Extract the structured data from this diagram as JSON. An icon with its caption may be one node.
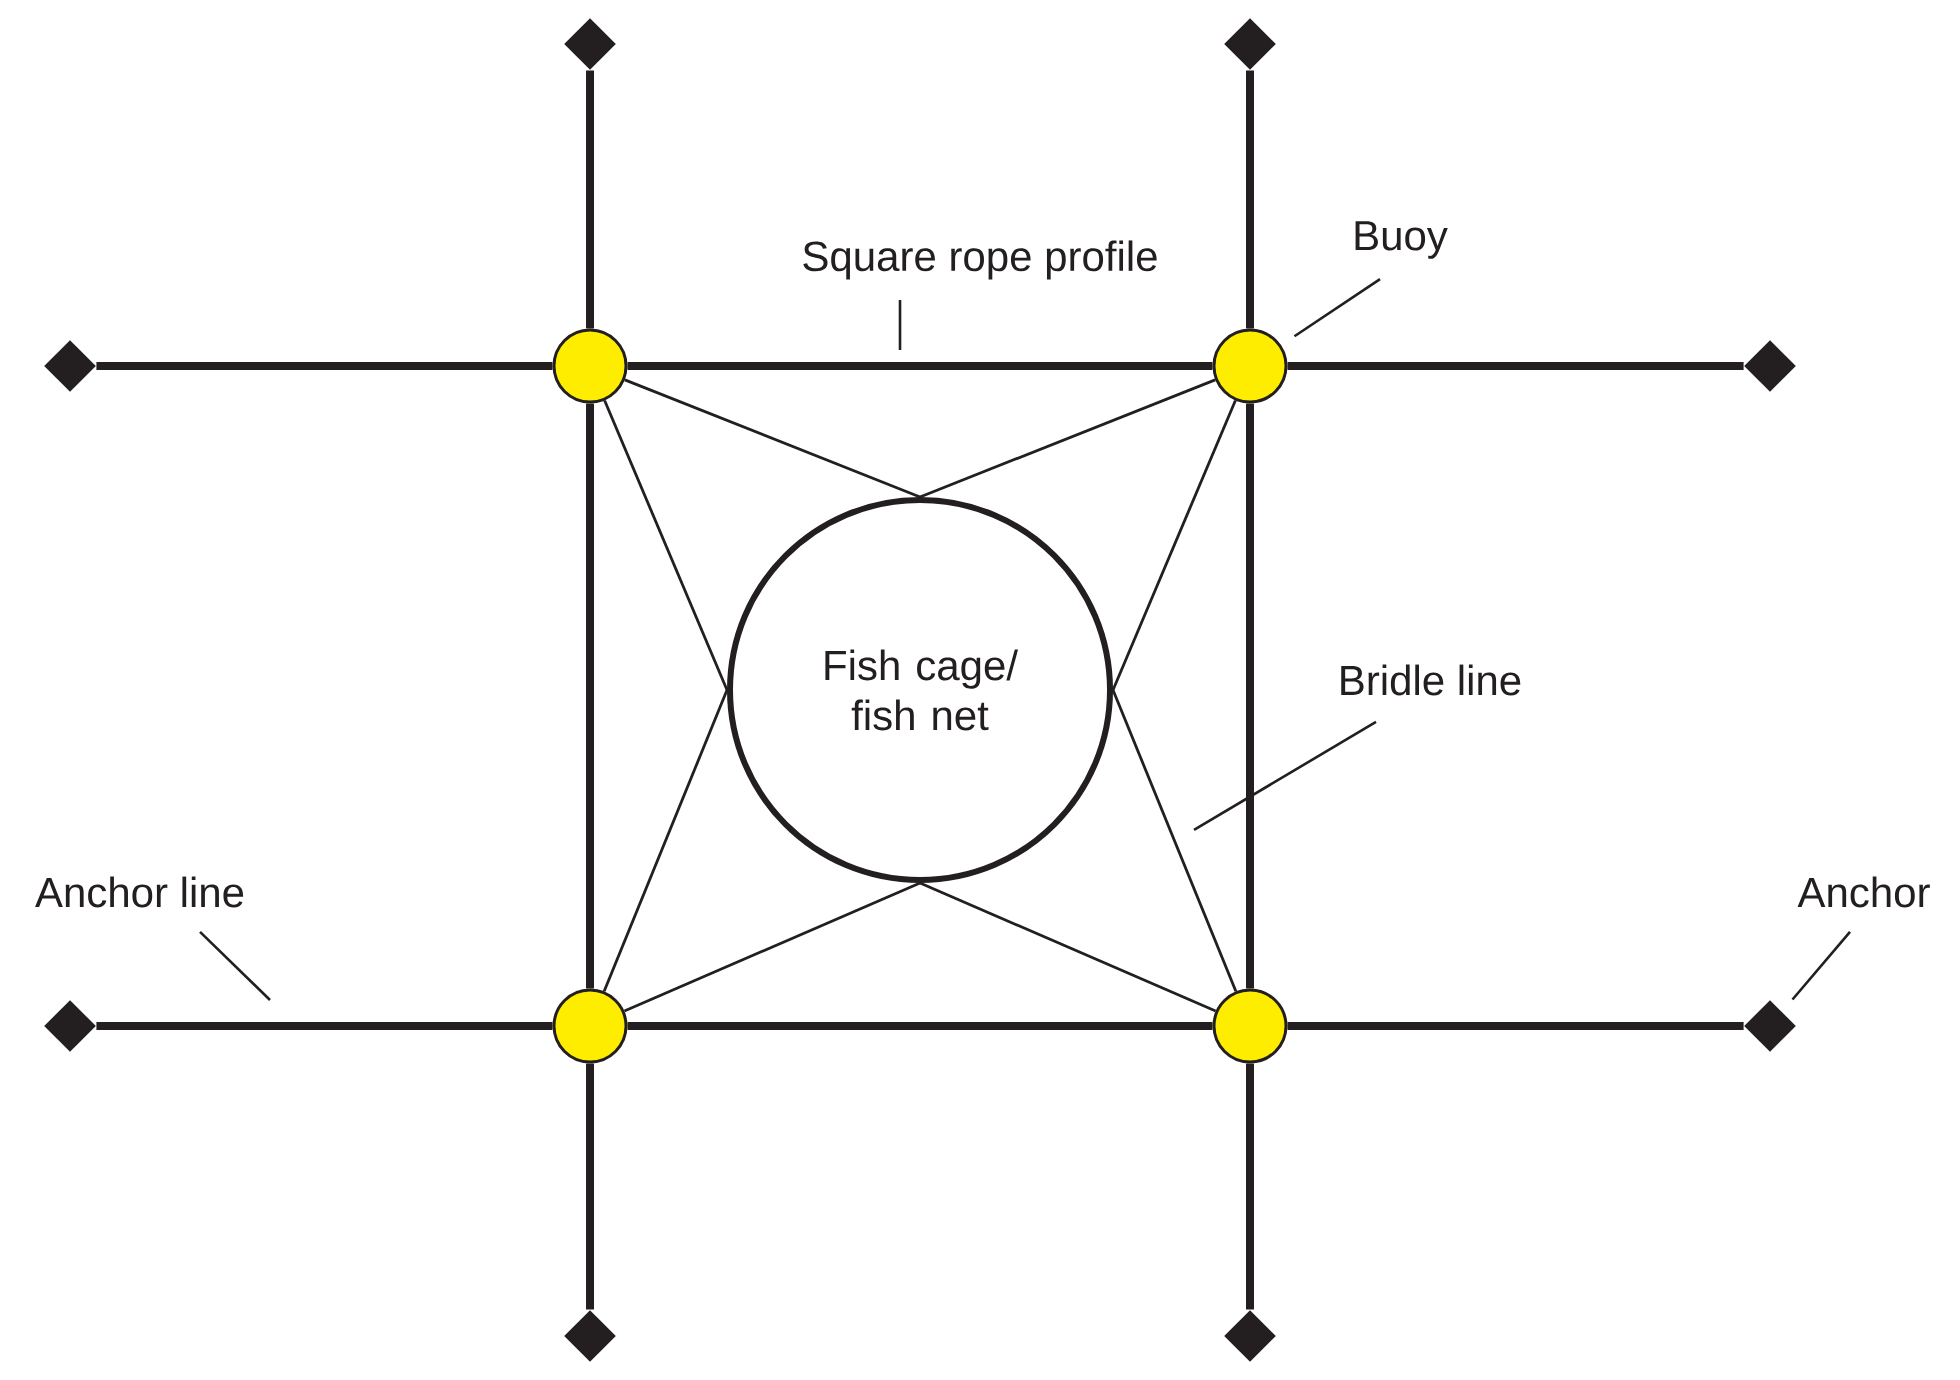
{
  "diagram": {
    "nodes": [
      {
        "text": [
          "Fish cage/ fish net"
        ]
      },
      {
        "text": [],
        "shape": "circle"
      },
      {
        "text": [],
        "shape": "circle"
      },
      {
        "text": [],
        "shape": "circle"
      },
      {
        "text": [],
        "shape": "circle"
      },
      {
        "text": [],
        "shape": "diamond"
      },
      {
        "text": [],
        "shape": "diamond"
      },
      {
        "text": [],
        "shape": "diamond"
      },
      {
        "text": [],
        "shape": "diamond"
      },
      {
        "text": [],
        "shape": "diamond"
      },
      {
        "text": [],
        "shape": "diamond"
      },
      {
        "text": [],
        "shape": "diamond"
      },
      {
        "text": [],
        "shape": "diamond"
      },
      {
        "text": [
          "Square rope profile"
        ]
      },
      {
        "text": [
          "Buoy"
        ]
      },
      {
        "text": [
          "Bridle line"
        ]
      },
      {
        "text": [
          "Anchor line"
        ]
      },
      {
        "text": [
          "Anchor"
        ]
      }
    ],
    "edges": [
      {
        "from": 1,
        "to": 2,
        "arrow": "none",
        "style": "thick"
      },
      {
        "from": 1,
        "to": 3,
        "arrow": "none",
        "style": "thick"
      },
      {
        "from": 2,
        "to": 4,
        "arrow": "none",
        "style": "thick"
      },
      {
        "from": 3,
        "to": 4,
        "arrow": "none",
        "style": "thick"
      },
      {
        "from": 5,
        "to": 1,
        "arrow": "none",
        "style": "thick"
      },
      {
        "from": 6,
        "to": 2,
        "arrow": "none",
        "style": "thick"
      },
      {
        "from": 7,
        "to": 1,
        "arrow": "none",
        "style": "thick"
      },
      {
        "from": 2,
        "to": 8,
        "arrow": "none",
        "style": "thick"
      },
      {
        "from": 9,
        "to": 3,
        "arrow": "none",
        "style": "thick"
      },
      {
        "from": 4,
        "to": 10,
        "arrow": "none",
        "style": "thick"
      },
      {
        "from": 3,
        "to": 11,
        "arrow": "none",
        "style": "thick"
      },
      {
        "from": 4,
        "to": 12,
        "arrow": "none",
        "style": "thick"
      },
      {
        "from": 1,
        "to": 0,
        "arrow": "none"
      },
      {
        "from": 1,
        "to": 0,
        "arrow": "none"
      },
      {
        "from": 2,
        "to": 0,
        "arrow": "none"
      },
      {
        "from": 2,
        "to": 0,
        "arrow": "none"
      },
      {
        "from": 3,
        "to": 0,
        "arrow": "none"
      },
      {
        "from": 3,
        "to": 0,
        "arrow": "none"
      },
      {
        "from": 4,
        "to": 0,
        "arrow": "none"
      },
      {
        "from": 4,
        "to": 0,
        "arrow": "none"
      },
      {
        "from": 13,
        "to": null,
        "arrow": "none"
      },
      {
        "from": 14,
        "to": 2,
        "arrow": "none"
      },
      {
        "from": 15,
        "to": null,
        "arrow": "none"
      },
      {
        "from": 16,
        "to": null,
        "arrow": "none"
      },
      {
        "from": 17,
        "to": 10,
        "arrow": "none"
      }
    ]
  }
}
